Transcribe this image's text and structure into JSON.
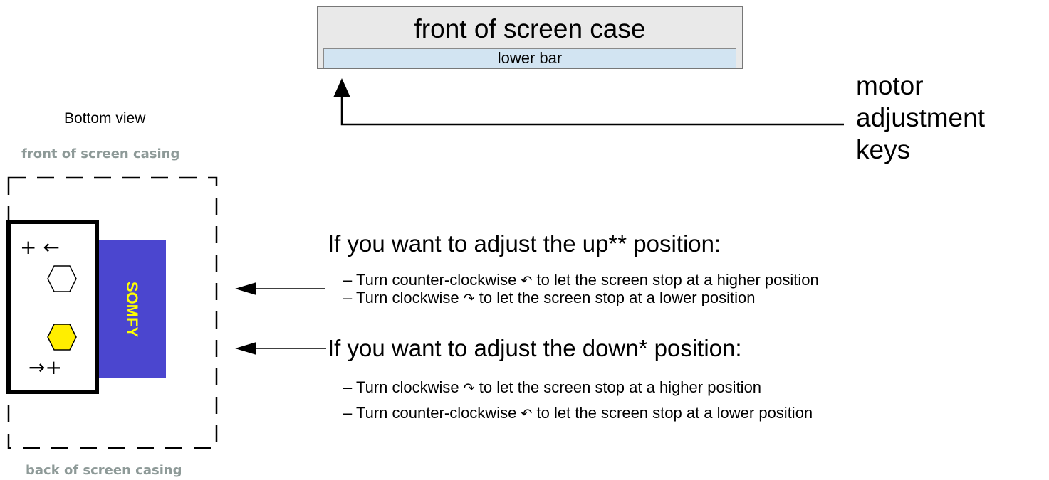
{
  "case": {
    "title": "front of screen case",
    "lower_bar": "lower bar"
  },
  "motor_keys": {
    "line1": "motor",
    "line2": "adjustment",
    "line3": "keys"
  },
  "bottom_view": {
    "title": "Bottom view",
    "front_label": "front of screen casing",
    "back_label": "back of screen casing",
    "brand": "SOMFY",
    "top_key_symbol": "+ ←",
    "bottom_key_symbol": "→+"
  },
  "up_section": {
    "heading": "If you want to adjust the up** position:",
    "step1": {
      "prefix": "– Turn counter-clockwise",
      "symbol": "↶",
      "suffix": "to let the screen stop at a higher position"
    },
    "step2": {
      "prefix": "– Turn clockwise",
      "symbol": "↷",
      "suffix": "to let the screen stop at a lower position"
    }
  },
  "down_section": {
    "heading": "If you want to adjust the down* position:",
    "step1": {
      "prefix": "– Turn clockwise",
      "symbol": "↷",
      "suffix": "to let the screen stop at a higher position"
    },
    "step2": {
      "prefix": "– Turn counter-clockwise",
      "symbol": "↶",
      "suffix": "to let the screen stop at a lower position"
    }
  },
  "colors": {
    "somfy_bg": "#4b46cf",
    "somfy_text": "#ffff00",
    "hex_active": "#ffee00",
    "casing_label": "#8e9a98",
    "lower_bar": "#d2e4f2",
    "case_bg": "#e9e9e9"
  }
}
